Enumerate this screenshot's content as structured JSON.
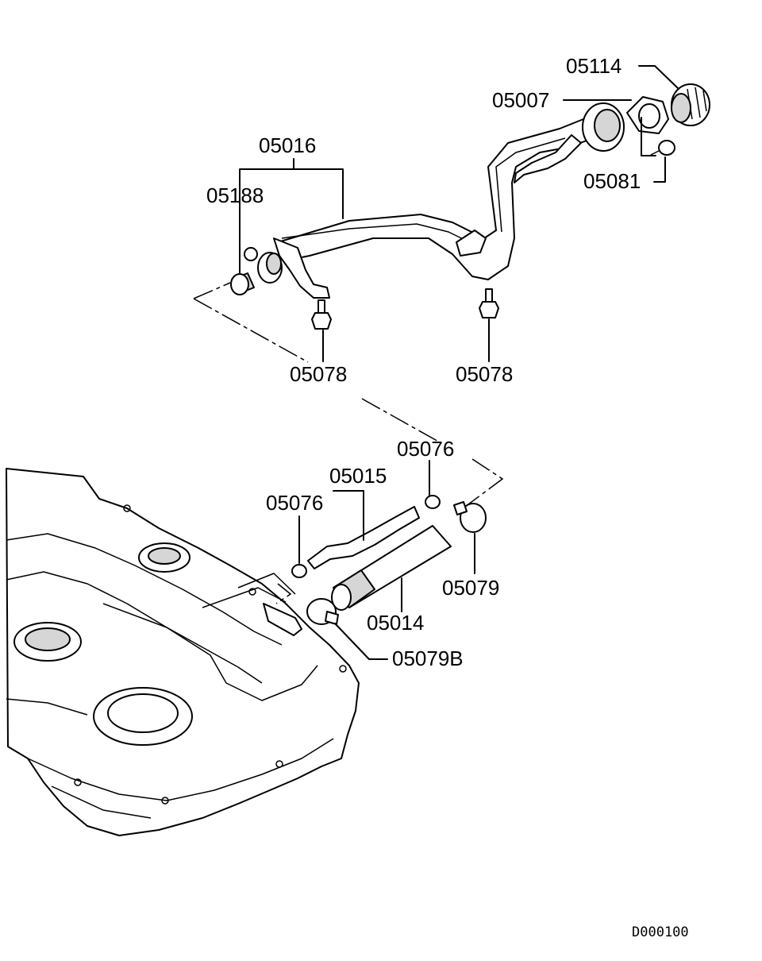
{
  "labels": {
    "cap": "05114",
    "gasket": "05007",
    "filler_neck": "05016",
    "grommet": "05188",
    "screw": "05081",
    "bolt_left": "05078",
    "bolt_right": "05078",
    "clip_upper": "05076",
    "clip_left": "05076",
    "breather_hose": "05015",
    "filler_hose": "05014",
    "clamp": "05079",
    "clamp_b": "05079B"
  },
  "doc_code": "D000100"
}
